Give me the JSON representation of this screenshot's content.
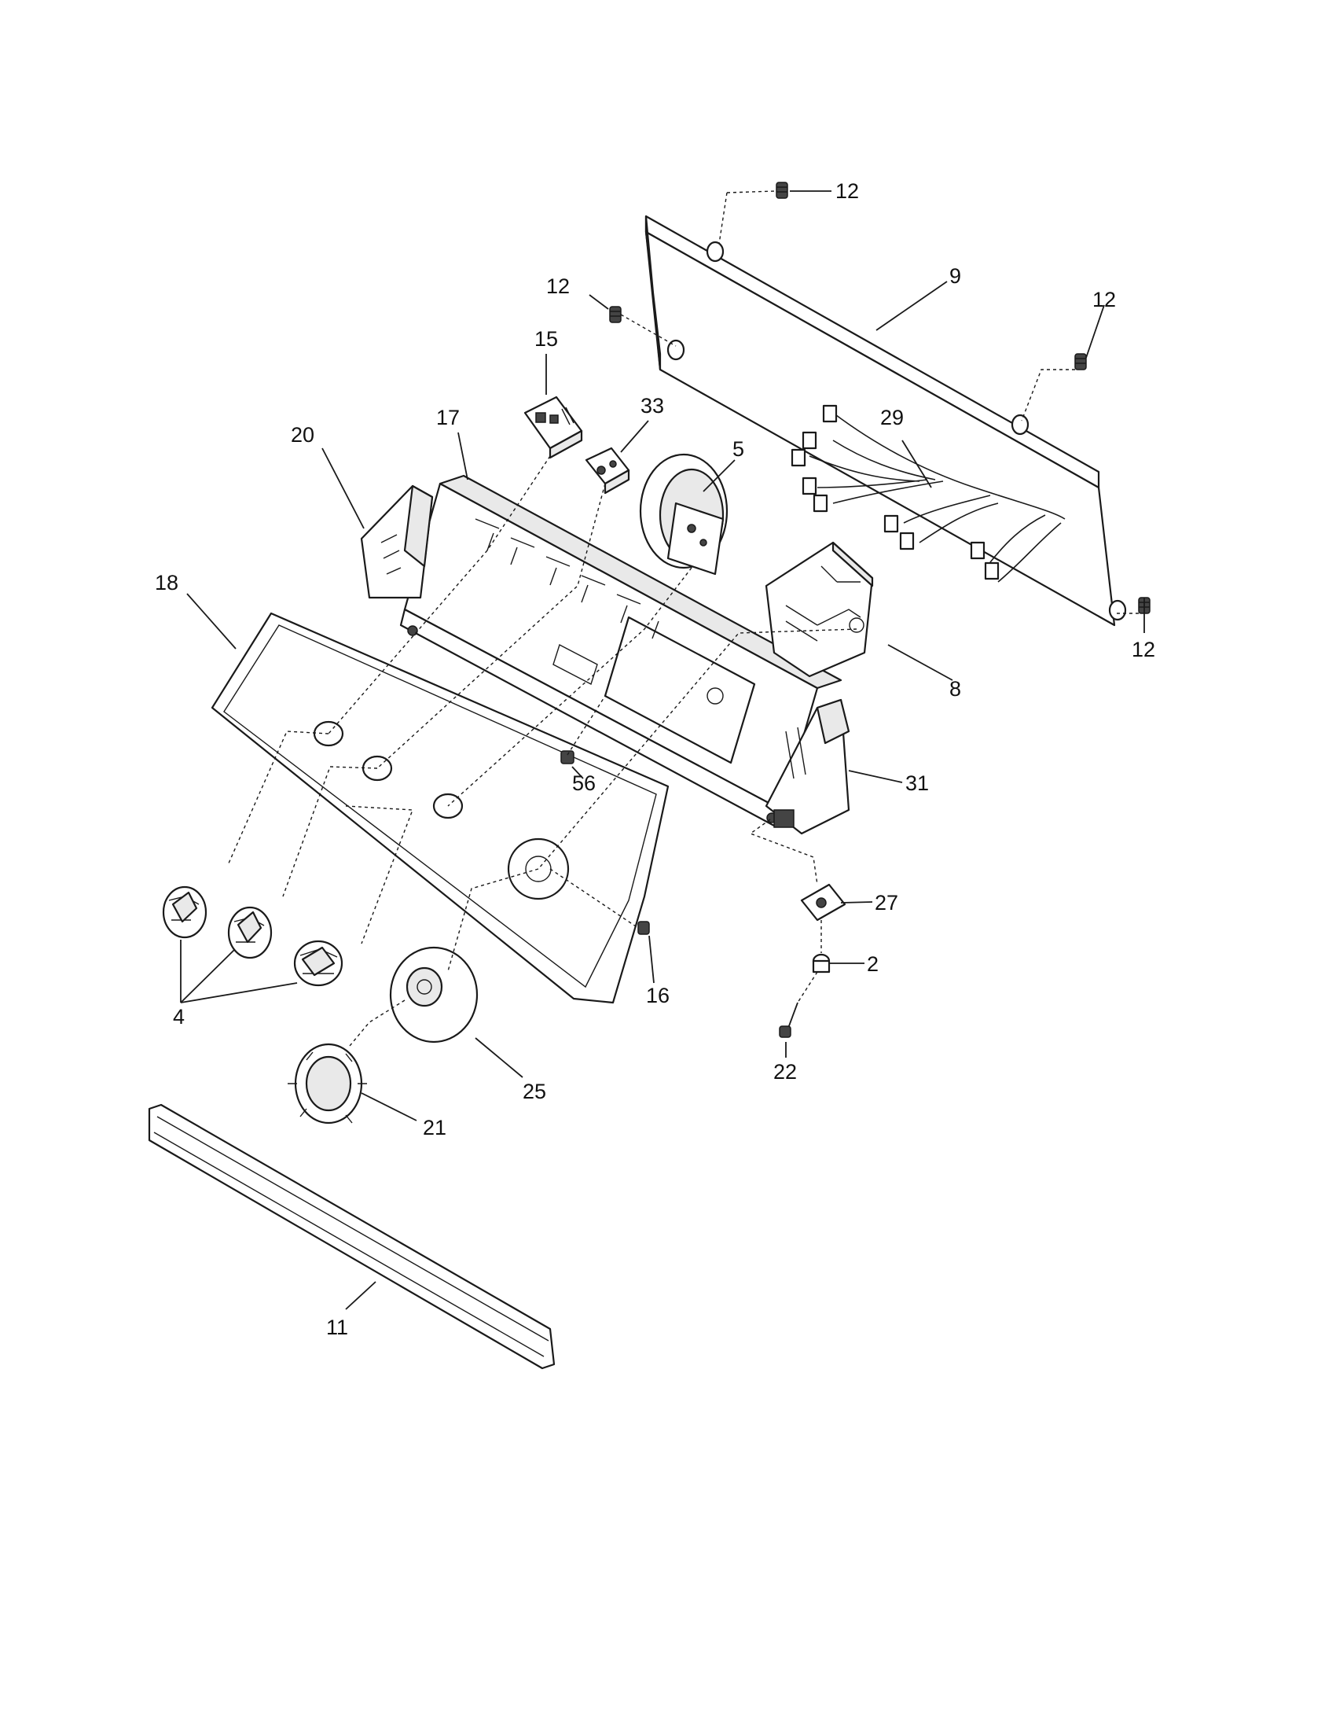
{
  "callouts": {
    "p12a": "12",
    "p12b": "12",
    "p12c": "12",
    "p12d": "12",
    "p9": "9",
    "p15": "15",
    "p33": "33",
    "p17": "17",
    "p20": "20",
    "p5": "5",
    "p29": "29",
    "p18": "18",
    "p8": "8",
    "p56": "56",
    "p31": "31",
    "p27": "27",
    "p2": "2",
    "p16": "16",
    "p4": "4",
    "p22": "22",
    "p25": "25",
    "p21": "21",
    "p11": "11"
  }
}
